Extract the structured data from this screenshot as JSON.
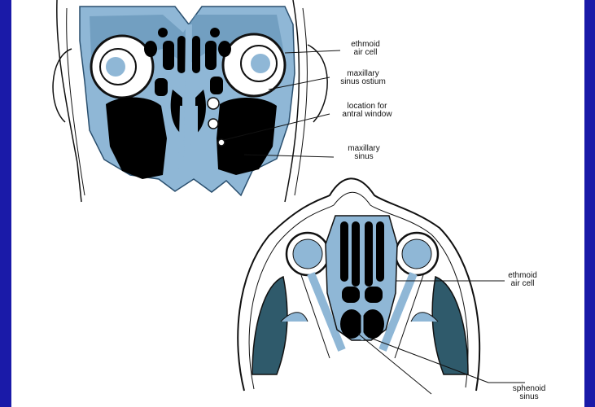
{
  "colors": {
    "frame": "#1a1aa8",
    "background": "#ffffff",
    "bone": "#8fb7d6",
    "bone_dark": "#3e6f94",
    "cavity": "#000000",
    "outline": "#111111",
    "muscle": "#2f5a6b"
  },
  "labels": {
    "ethmoid_air_cell_top": {
      "line1": "ethmoid",
      "line2": "air cell"
    },
    "maxillary_ostium": {
      "line1": "maxillary",
      "line2": "sinus ostium"
    },
    "antral_window": {
      "line1": "location for",
      "line2": "antral window"
    },
    "maxillary_sinus": {
      "line1": "maxillary",
      "line2": "sinus"
    },
    "ethmoid_air_cell_bottom": {
      "line1": "ethmoid",
      "line2": "air cell"
    },
    "sphenoid_sinus": {
      "line1": "sphenoid",
      "line2": "sinus"
    }
  }
}
